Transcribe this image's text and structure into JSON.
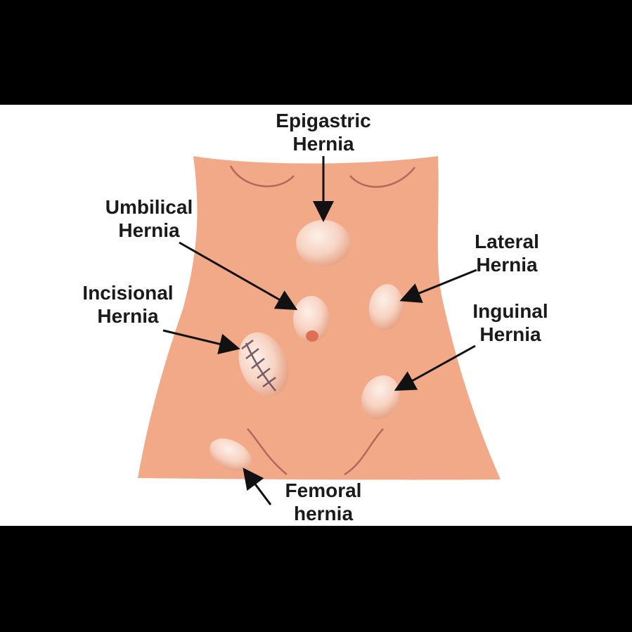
{
  "labels": {
    "epigastric": {
      "line1": "Epigastric",
      "line2": "Hernia"
    },
    "umbilical": {
      "line1": "Umbilical",
      "line2": "Hernia"
    },
    "lateral": {
      "line1": "Lateral",
      "line2": "Hernia"
    },
    "incisional": {
      "line1": "Incisional",
      "line2": "Hernia"
    },
    "inguinal": {
      "line1": "Inguinal",
      "line2": "Hernia"
    },
    "femoral": {
      "line1": "Femoral",
      "line2": "hernia"
    }
  },
  "colors": {
    "skin": "#f2a987",
    "skin_line": "#b8655c",
    "bulge_light": "#fbe6dc",
    "bulge_dark": "#e7a385",
    "navel": "#e07055",
    "stitch": "#7a5a66",
    "arrow": "#111111",
    "background": "#ffffff",
    "frame": "#000000"
  }
}
